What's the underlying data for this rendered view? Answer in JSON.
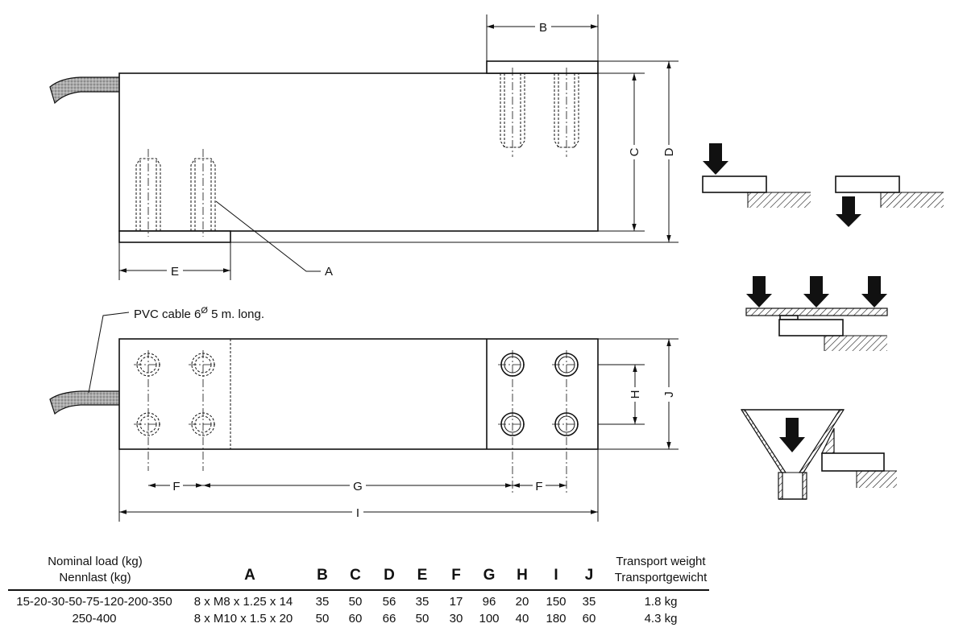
{
  "drawing": {
    "dim_labels": {
      "A": "A",
      "B": "B",
      "C": "C",
      "D": "D",
      "E": "E",
      "F": "F",
      "G": "G",
      "H": "H",
      "I": "I",
      "J": "J"
    },
    "cable_label": "PVC cable 6",
    "cable_label_sup": "Ø",
    "cable_label_rest": " 5 m. long."
  },
  "table": {
    "load_header_en": "Nominal load (kg)",
    "load_header_de": "Nennlast (kg)",
    "columns": [
      "A",
      "B",
      "C",
      "D",
      "E",
      "F",
      "G",
      "H",
      "I",
      "J"
    ],
    "weight_header_en": "Transport weight",
    "weight_header_de": "Transportgewicht",
    "rows": [
      {
        "load": "15-20-30-50-75-120-200-350",
        "A": "8 x M8 x 1.25 x 14",
        "B": "35",
        "C": "50",
        "D": "56",
        "E": "35",
        "F": "17",
        "G": "96",
        "H": "20",
        "I": "150",
        "J": "35",
        "weight": "1.8 kg"
      },
      {
        "load": "250-400",
        "A": "8 x M10 x 1.5 x 20",
        "B": "50",
        "C": "60",
        "D": "66",
        "E": "50",
        "F": "30",
        "G": "100",
        "H": "40",
        "I": "180",
        "J": "60",
        "weight": "4.3 kg"
      }
    ]
  },
  "colors": {
    "line": "#111111",
    "cable": "#9a9a9a",
    "background": "#ffffff"
  }
}
